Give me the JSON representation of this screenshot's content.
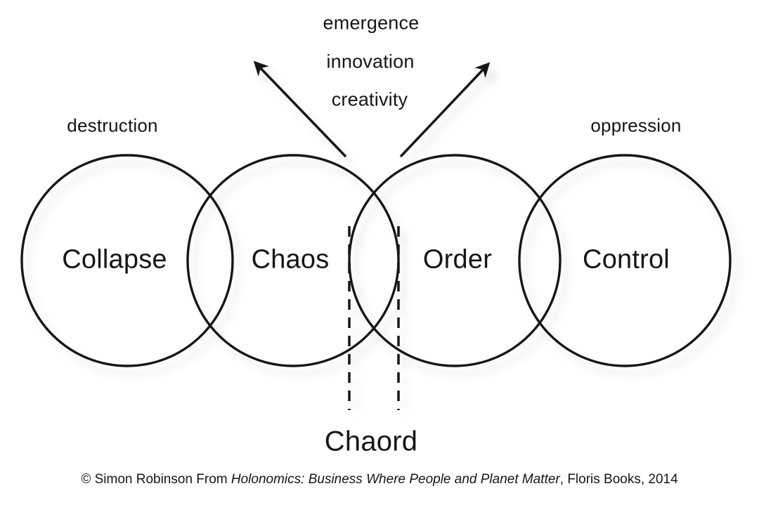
{
  "diagram": {
    "top_labels": {
      "emergence": "emergence",
      "innovation": "innovation",
      "creativity": "creativity"
    },
    "side_labels": {
      "destruction": "destruction",
      "oppression": "oppression"
    },
    "circles": [
      {
        "label": "Collapse"
      },
      {
        "label": "Chaos"
      },
      {
        "label": "Order"
      },
      {
        "label": "Control"
      }
    ],
    "overlap_label": "Chaord",
    "credit": {
      "prefix": "© Simon Robinson From ",
      "italic_title": "Holonomics: Business Where People and Planet Matter",
      "suffix": ", Floris Books, 2014"
    },
    "colors": {
      "stroke": "#141414",
      "text": "#161616",
      "shadow": "rgba(0,0,0,0.12)",
      "background": "#ffffff"
    }
  }
}
